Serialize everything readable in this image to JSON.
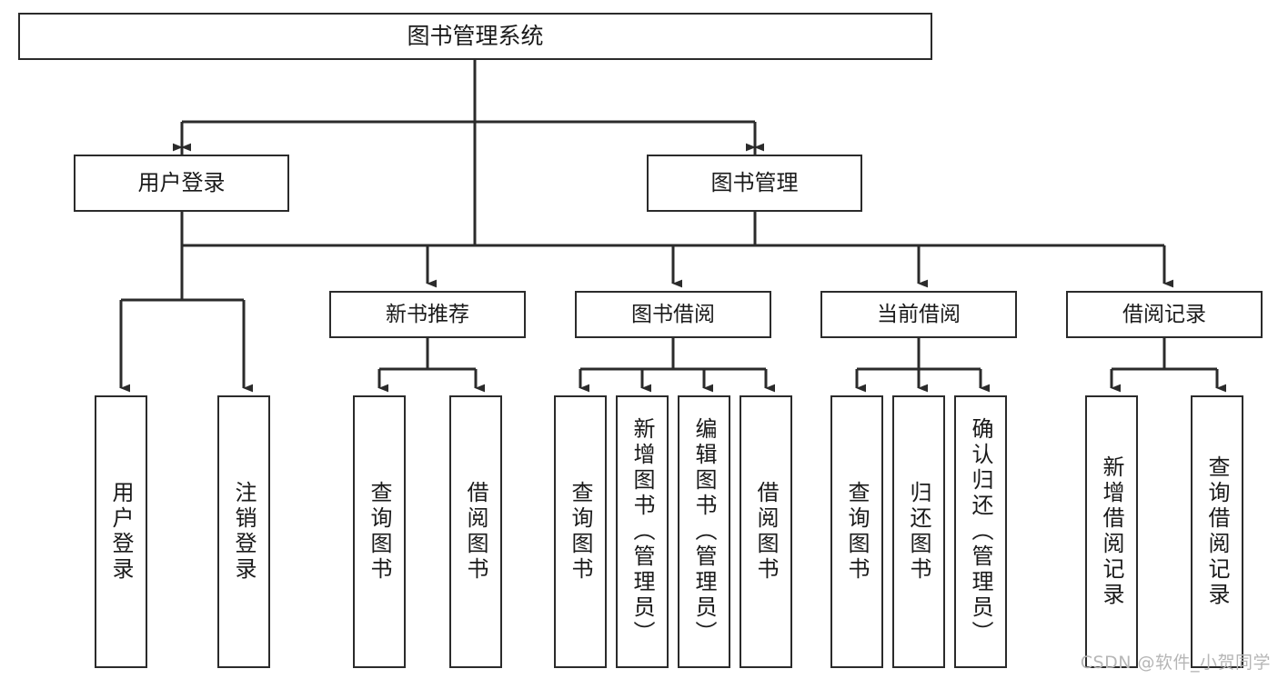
{
  "diagram": {
    "title": "图书管理系统",
    "type": "hierarchical function tree",
    "watermark": "CSDN @软件_小贺同学",
    "colors": {
      "stroke": "#2b2b2b",
      "fill": "#ffffff",
      "text": "#1a1a1a",
      "watermark": "#b6b6b6"
    },
    "root": {
      "label": "图书管理系统"
    },
    "level2": [
      {
        "label": "用户登录"
      },
      {
        "label": "图书管理"
      }
    ],
    "level3": [
      {
        "label": "新书推荐"
      },
      {
        "label": "图书借阅"
      },
      {
        "label": "当前借阅"
      },
      {
        "label": "借阅记录"
      }
    ],
    "leaves": {
      "user_login": [
        {
          "label": "用户登录"
        },
        {
          "label": "注销登录"
        }
      ],
      "new_book_recommend": [
        {
          "label": "查询图书"
        },
        {
          "label": "借阅图书"
        }
      ],
      "book_borrow": [
        {
          "label": "查询图书"
        },
        {
          "label": "新增图书（管理员）"
        },
        {
          "label": "编辑图书（管理员）"
        },
        {
          "label": "借阅图书"
        }
      ],
      "current_borrow": [
        {
          "label": "查询图书"
        },
        {
          "label": "归还图书"
        },
        {
          "label": "确认归还（管理员）"
        }
      ],
      "borrow_record": [
        {
          "label": "新增借阅记录"
        },
        {
          "label": "查询借阅记录"
        }
      ]
    }
  }
}
